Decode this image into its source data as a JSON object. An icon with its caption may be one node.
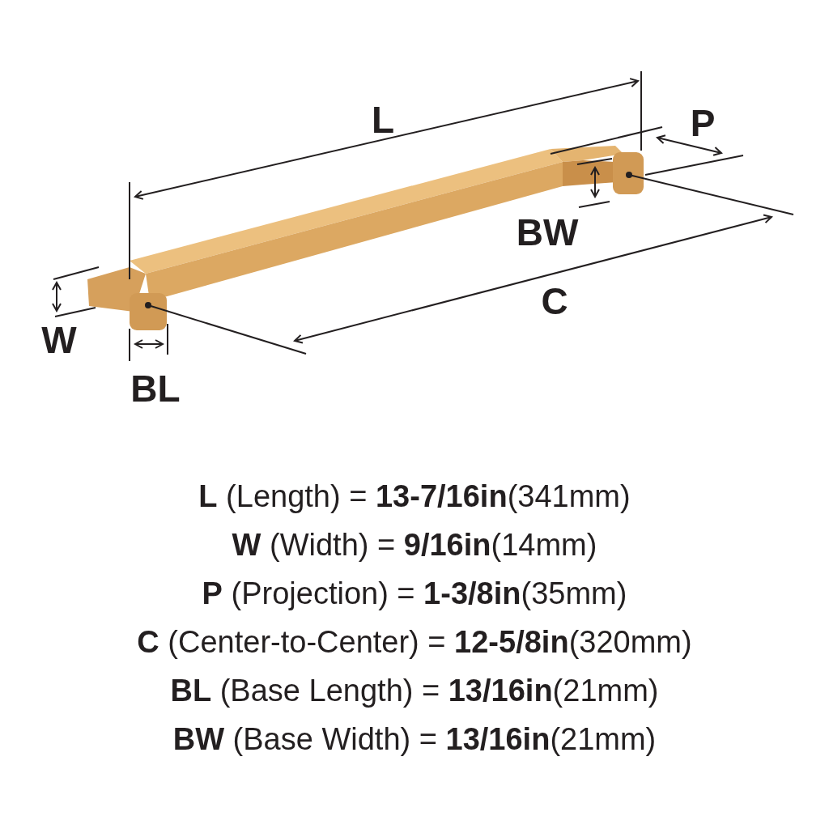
{
  "diagram": {
    "labels": [
      "L",
      "P",
      "BW",
      "W",
      "C",
      "BL",
      "**L** (Length) = **13-7/16in**(341mm)",
      "**W** (Width) = **9/16in**(14mm)",
      "**P** (Projection) = **1-3/8in**(35mm)",
      "**C** (Center-to-Center) = **12-5/8in**(320mm)",
      "**BL** (Base Length) = **13/16in**(21mm)",
      "**BW** (Base Width) = **13/16in**(21mm)"
    ]
  }
}
